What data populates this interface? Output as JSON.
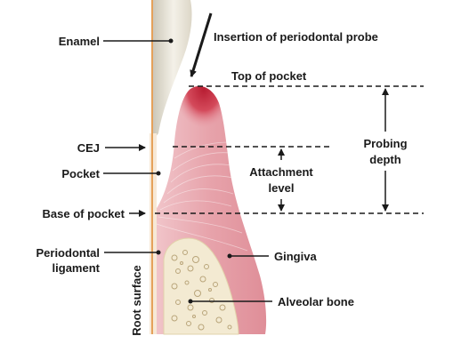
{
  "labels": {
    "enamel": "Enamel",
    "insertion": "Insertion of periodontal probe",
    "top_of_pocket": "Top of pocket",
    "cej": "CEJ",
    "pocket": "Pocket",
    "attachment_line1": "Attachment",
    "attachment_line2": "level",
    "probing_line1": "Probing",
    "probing_line2": "depth",
    "base_of_pocket": "Base of pocket",
    "perio_line1": "Periodontal",
    "perio_line2": "ligament",
    "gingiva": "Gingiva",
    "alveolar_bone": "Alveolar bone",
    "root_surface": "Root surface"
  },
  "colors": {
    "gingiva_light": "#f2c9cd",
    "gingiva_mid": "#e59aa3",
    "gingiva_dark": "#c0283a",
    "bone": "#f3ead2",
    "bone_pore": "#b9a57a",
    "enamel_light": "#f4f1e8",
    "enamel_dark": "#b9b3a2",
    "root_line": "#e5a15a",
    "ink": "#1a1a1a"
  }
}
